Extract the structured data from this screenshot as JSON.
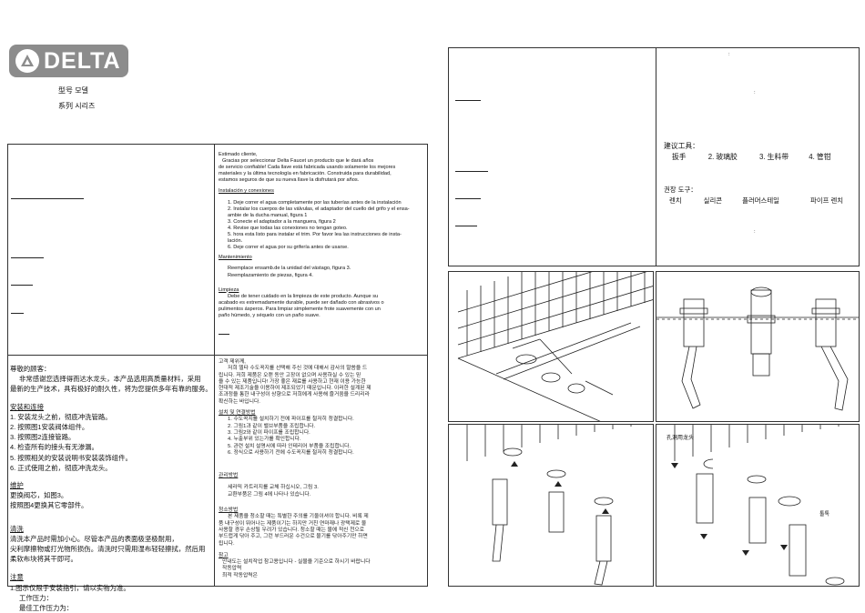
{
  "brand": {
    "name": "DELTA"
  },
  "meta": {
    "model_label": "型号 모델",
    "series_label": "系列 시리즈"
  },
  "spanish": {
    "greeting": "Estimado cliente,",
    "intro": [
      "Gracias por seleccionar Delta Faucet un producto que le dará años",
      "de servicio confiable! Cada llave está fabricada usando solamente los mejores",
      "materiales y la última tecnología en fabricación. Construida para durabilidad,",
      "estamos seguros de que su nueva llave la disfrutará por años."
    ],
    "install_title": "Instalación y conexiones",
    "install_steps": [
      "1. Deje correr el agua completamente por las tuberías antes de la instalación",
      "2. Instalar los cuerpos de las válvulas, el adaptador del cuello del grifo y el ensa-",
      "ambie de la ducha manual, figura 1",
      "3. Conecte el adaptador a la manguera, figura 2",
      "4. Revise que todas las conexiones no tengan goteo.",
      "5.  hora esta listo para instalar el trim. Por favor lea las instrucciones de insta-",
      "lación.",
      "6. Deje correr el agua por su grifería antes de usarse."
    ],
    "maint_title": "Mantenimiento",
    "maint_lines": [
      "Reemplace ensamb.de la unidad del vástago, figura 3.",
      "Reemplazamiento de piezas, figura 4."
    ],
    "clean_title": "Limpieza",
    "clean_lines": [
      "Debe de tener cuidado en la limpieza de este producto. Aunque su",
      "acabado es extremadamente durable, puede ser dañado con abrasivos o",
      "pulimentos ásperos. Para limpiar simplemente frote suavemente con un",
      "paño húmedo, y séquelo con un paño suave."
    ]
  },
  "chinese": {
    "greeting": "尊敬的顾客：",
    "intro": [
      "非常感谢您选择得而达水龙头，本产品选用高质量材料，采用",
      "最新的生产技术，具有极好的耐久性，将为您提供多年有靠的服务。"
    ],
    "install_title": "安装和连接",
    "install_steps": [
      "1. 安装龙头之前，彻底冲洗管路。",
      "2. 按照图1安装阀体组件。",
      "3. 按照图2连接管路。",
      "4. 检查所有的接头有无渗漏。",
      "5. 按照相关的安装说明书安装装饰组件。",
      "6. 正式使用之前，彻底冲洗龙头。"
    ],
    "maint_title": "维护",
    "maint_lines": [
      "更换阀芯，如图3。",
      "按照图4更换其它零部件。"
    ],
    "clean_title": "清洗",
    "clean_lines": [
      "清洗本产品时需加小心。尽管本产品的表面极坚极耐用，",
      "尖利摩擦物或打光物所损伤。清洗时只需用湿布轻轻擦拭，然后用",
      "柔软布块将其干即可。"
    ],
    "note_title": "注意",
    "note_lines": [
      "1.图示仅限于安装指引，请以实物为准。",
      "工作压力：",
      "最佳工作压力为："
    ]
  },
  "korean": {
    "greeting": "고객 제위께,",
    "intro": [
      "저희 델타 수도꼭지를 선택해 주신 것에 대해서 감사의 말씀을 드",
      "립니다. 저희 제품은 오랜 동안 고장이 없으며 사용하실 수 있는 믿",
      "을 수 있는 제품입니다! 가장 좋은 재료를 사용하고 현재 이용 가능한",
      "현대적 제조기술을 이용하여 제조되었기 때문입니다. 이러한 설계된 제",
      "조과정을 통한 내구성이 상향으로 저희에게 사용해 즐거움을 드리리라",
      "확신하는 바입니다."
    ],
    "install_title": "설치 및 연결방법",
    "install_steps": [
      "1. 수도꼭지를 설치하기 전에 파이프를 철저히 청결합니다.",
      "2. 그림1과 같이 밸브부품을 조립합니다.",
      "3. 그림2와 같이 파이프를 조립합니다.",
      "4. 누출부위 있는가를 확인합니다.",
      "5. 관련 설치 설명서에 따라 인테리어 부품을 조립합니다.",
      "6. 정식으로 사용하기 전에 수도꼭지를 철저히 청결합니다."
    ],
    "maint_title": "관리방법",
    "maint_lines": [
      "세라믹 카트리지를 교체 하십시오, 그림 3.",
      "교환부품은 그림 4에 나타나 있습니다."
    ],
    "clean_title": "청소방법",
    "clean_lines": [
      "본 제품을 청소할 때는 특별한 주의를 기울이셔야 합니다. 비록 제",
      "품 내구성이 뛰어나는 제품이기는 하지만 거친 연마재나 광택제로 물",
      "사용할 경우 손상될 우려가 있습니다. 청소할 때는 물에 적신 천으로",
      "부드럽게 닦아 주고, 그런 부드러운 수건으로 물기를 닦아주기만 하면",
      "됩니다."
    ],
    "note_title": "참고",
    "note_lines": [
      "안내도는 설치작업 참고용입니다 - 실물을 기준으로 하시기 바랍니다",
      "작동압력",
      "최적 작동압력은"
    ]
  },
  "tools": {
    "zh_title": "建议工具：",
    "zh_items": [
      "扳手",
      "2. 玻璃胶",
      "3. 生料带",
      "4. 管钳"
    ],
    "ko_title": "권장 도구：",
    "ko_items": [
      "렌치",
      "실리콘",
      "플러머스테일",
      "파이프 렌치"
    ],
    "colons": [
      ":",
      ":",
      ":"
    ]
  },
  "fig4": {
    "label_top": "孔洞用龙头",
    "label_right": "톨톡"
  }
}
